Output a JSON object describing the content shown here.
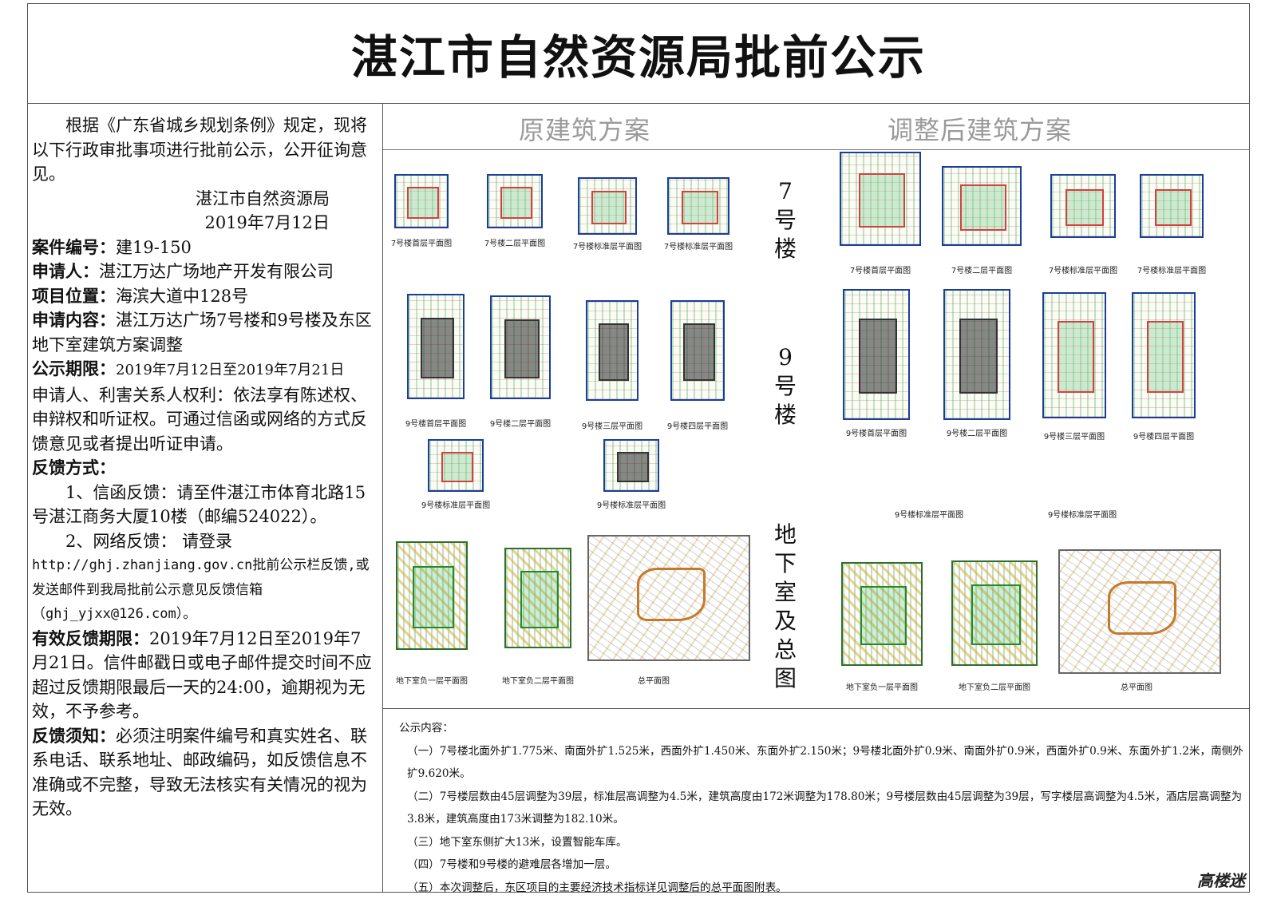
{
  "title": "湛江市自然资源局批前公示",
  "left": {
    "intro": "根据《广东省城乡规划条例》规定，现将以下行政审批事项进行批前公示，公开征询意见。",
    "issuer": "湛江市自然资源局",
    "date": "2019年7月12日",
    "case_no_label": "案件编号：",
    "case_no": "建19-150",
    "applicant_label": "申请人：",
    "applicant": "湛江万达广场地产开发有限公司",
    "location_label": "项目位置：",
    "location": "海滨大道中128号",
    "content_label": "申请内容：",
    "content": "湛江万达广场7号楼和9号楼及东区地下室建筑方案调整",
    "period_label": "公示期限：",
    "period": "2019年7月12日至2019年7月21日",
    "rights": "申请人、利害关系人权利：依法享有陈述权、申辩权和听证权。可通过信函或网络的方式反馈意见或者提出听证申请。",
    "feedback_label": "反馈方式：",
    "feedback_1": "1、信函反馈：请至件湛江市体育北路15号湛江商务大厦10楼（邮编524022）。",
    "feedback_2": "2、网络反馈：  请登录",
    "feedback_url": "http://ghj.zhanjiang.gov.cn批前公示栏反馈,或发送邮件到我局批前公示意见反馈信箱",
    "feedback_email": "（ghj_yjxx@126.com）。",
    "valid_label": "有效反馈期限：",
    "valid": "2019年7月12日至2019年7月21日。信件邮戳日或电子邮件提交时间不应超过反馈期限最后一天的24:00，逾期视为无效，不予参考。",
    "notice_label": "反馈须知：",
    "notice": "必须注明案件编号和真实姓名、联系电话、联系地址、邮政编码，如反馈信息不准确或不完整，导致无法核实有关情况的视为无效。"
  },
  "headers": {
    "original": "原建筑方案",
    "adjusted": "调整后建筑方案"
  },
  "row_labels": {
    "b7": "7号楼",
    "b9": "9号楼",
    "base": "地下室及总图"
  },
  "captions": {
    "orig_7": [
      "7号楼首层平面图",
      "7号楼二层平面图",
      "7号楼标准层平面图",
      "7号楼标准层平面图"
    ],
    "adj_7": [
      "7号楼首层平面图",
      "7号楼二层平面图",
      "7号楼标准层平面图",
      "7号楼标准层平面图"
    ],
    "orig_9": [
      "9号楼首层平面图",
      "9号楼二层平面图",
      "9号楼三层平面图",
      "9号楼四层平面图"
    ],
    "orig_9b": [
      "9号楼标准层平面图",
      "9号楼标准层平面图"
    ],
    "adj_9": [
      "9号楼首层平面图",
      "9号楼二层平面图",
      "9号楼三层平面图",
      "9号楼四层平面图"
    ],
    "adj_9b": [
      "9号楼标准层平面图",
      "9号楼标准层平面图"
    ],
    "orig_base": [
      "地下室负一层平面图",
      "地下室负二层平面图",
      "总平面图"
    ],
    "adj_base": [
      "地下室负一层平面图",
      "地下室负二层平面图",
      "总平面图"
    ]
  },
  "notes": {
    "heading": "公示内容：",
    "items": [
      "（一）7号楼北面外扩1.775米、南面外扩1.525米，西面外扩1.450米、东面外扩2.150米；9号楼北面外扩0.9米、南面外扩0.9米，西面外扩0.9米、东面外扩1.2米，南侧外扩9.620米。",
      "（二）7号楼层数由45层调整为39层，标准层高调整为4.5米，建筑高度由172米调整为178.80米；9号楼层数由45层调整为39层，写字楼层高调整为4.5米，酒店层高调整为3.8米，建筑高度由173米调整为182.10米。",
      "（三）地下室东侧扩大13米，设置智能车库。",
      "（四）7号楼和9号楼的避难层各增加一层。",
      "（五）本次调整后，东区项目的主要经济技术指标详见调整后的总平面图附表。"
    ]
  },
  "watermark": "高楼迷"
}
